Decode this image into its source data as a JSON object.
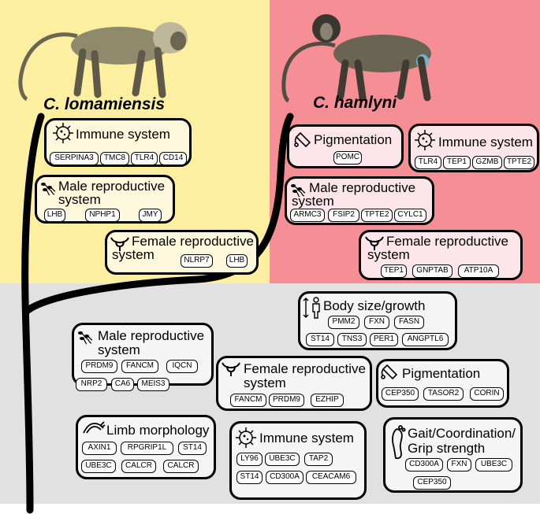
{
  "species": {
    "left": "C. lomamiensis",
    "right": "C. hamlyni"
  },
  "icons": [
    "monkey-illustration",
    "virus-icon",
    "sperm-icon",
    "uterus-icon",
    "pigment-icon",
    "body-size-icon",
    "limb-icon",
    "footprint-icon"
  ],
  "colors": {
    "lomamiensis_bg": "#fcef9f",
    "hamlyni_bg": "#f68e95",
    "shared_bg": "#e1e1e1",
    "tree": "#000000"
  },
  "lomamiensis": {
    "immune": {
      "title": "Immune system",
      "genes": [
        "SERPINA3",
        "TMC8",
        "TLR4",
        "CD14"
      ]
    },
    "male": {
      "title1": "Male reproductive",
      "title2": "system",
      "genes": [
        "LHB",
        "NPHP1",
        "JMY"
      ]
    },
    "female": {
      "title1": "Female reproductive",
      "title2": "system",
      "genes": [
        "NLRP7",
        "LHB"
      ]
    }
  },
  "hamlyni": {
    "pigmentation": {
      "title": "Pigmentation",
      "genes": [
        "POMC"
      ]
    },
    "immune": {
      "title": "Immune system",
      "genes": [
        "TLR4",
        "TEP1",
        "GZMB",
        "TPTE2"
      ]
    },
    "male": {
      "title1": "Male reproductive",
      "title2": "system",
      "genes": [
        "ARMC3",
        "FSIP2",
        "TPTE2",
        "CYLC1"
      ]
    },
    "female": {
      "title1": "Female reproductive",
      "title2": "system",
      "genes": [
        "TEP1",
        "GNPTAB",
        "ATP10A"
      ]
    }
  },
  "shared": {
    "body": {
      "title": "Body size/growth",
      "genes": [
        "PMM2",
        "FXN",
        "FASN",
        "ST14",
        "TNS3",
        "PER1",
        "ANGPTL6"
      ]
    },
    "male": {
      "title1": "Male reproductive",
      "title2": "system",
      "genes": [
        "PRDM9",
        "FANCM",
        "IQCN",
        "NRP2",
        "CA6",
        "MEIS3"
      ]
    },
    "female": {
      "title1": "Female reproductive",
      "title2": "system",
      "genes": [
        "FANCM",
        "PRDM9",
        "EZHIP"
      ]
    },
    "pigmentation": {
      "title": "Pigmentation",
      "genes": [
        "CEP350",
        "TASOR2",
        "CORIN"
      ]
    },
    "limb": {
      "title": "Limb morphology",
      "genes": [
        "AXIN1",
        "RPGRIP1L",
        "ST14",
        "UBE3C",
        "CALCR",
        "CALCR"
      ]
    },
    "immune": {
      "title": "Immune system",
      "genes": [
        "LY96",
        "UBE3C",
        "TAP2",
        "ST14",
        "CD300A",
        "CEACAM6"
      ]
    },
    "gait": {
      "title1": "Gait/Coordination/",
      "title2": "Grip strength",
      "genes": [
        "CD300A",
        "FXN",
        "UBE3C",
        "CEP350"
      ]
    }
  }
}
